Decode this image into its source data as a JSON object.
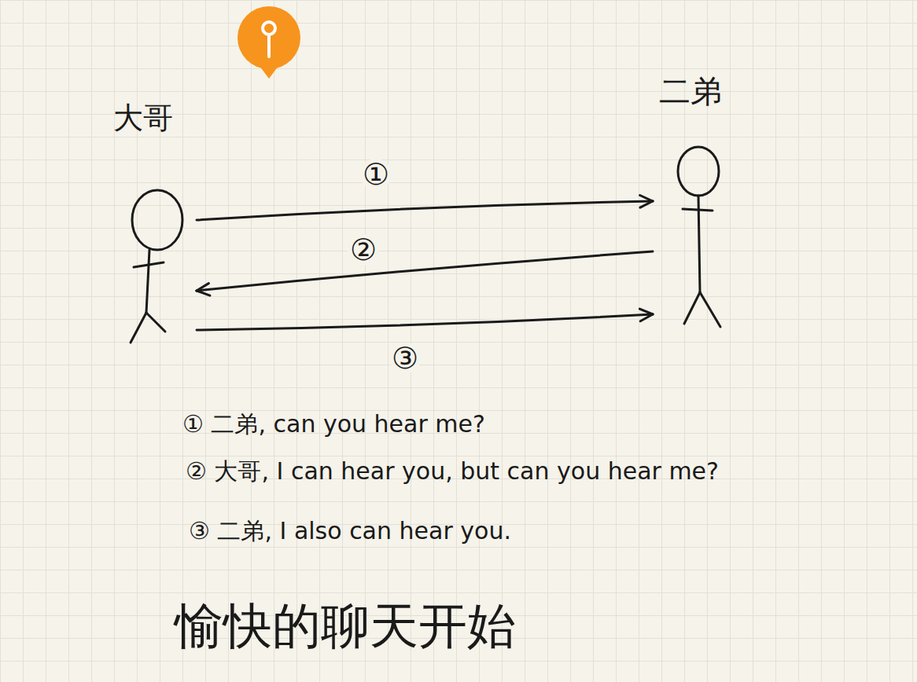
{
  "diagram": {
    "nodes": [
      {
        "text": [
          "大哥"
        ]
      },
      {
        "text": [
          "二弟"
        ]
      }
    ],
    "edges": [
      {
        "from": 0,
        "to": 1,
        "arrow": "to",
        "label": "①"
      },
      {
        "from": 1,
        "to": 0,
        "arrow": "to",
        "label": "②"
      },
      {
        "from": 0,
        "to": 1,
        "arrow": "to",
        "label": "③"
      }
    ],
    "labels": [
      "① 二弟, can you hear me?",
      "② 大哥, I can hear you, but can you hear me?",
      "③ 二弟, I also can hear you.",
      "愉快的聊天开始"
    ]
  }
}
